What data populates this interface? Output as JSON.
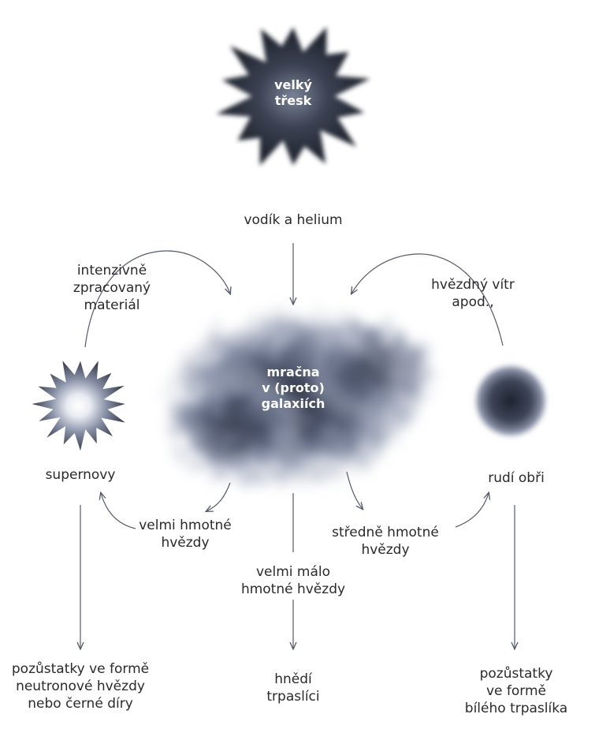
{
  "nodes": {
    "big_bang": {
      "line1": "velký",
      "line2": "třesk"
    },
    "clouds": {
      "line1": "mračna",
      "line2": "v (proto)",
      "line3": "galaxiích"
    },
    "supernovae": "supernovy",
    "red_giants": "rudí obři",
    "remnants_left": {
      "line1": "pozůstatky ve formě",
      "line2": "neutronové hvězdy",
      "line3": "nebo černé díry"
    },
    "brown_dwarfs": {
      "line1": "hnědí",
      "line2": "trpaslíci"
    },
    "remnants_right": {
      "line1": "pozůstatky",
      "line2": "ve formě",
      "line3": "bílého trpaslíka"
    }
  },
  "edges": {
    "hydrogen_helium": "vodík a helium",
    "processed_material": {
      "line1": "intenzivně",
      "line2": "zpracovaný",
      "line3": "materiál"
    },
    "stellar_wind": {
      "line1": "hvězdný vítr",
      "line2": "apod.,"
    },
    "very_massive": {
      "line1": "velmi hmotné",
      "line2": "hvězdy"
    },
    "very_low_mass": {
      "line1": "velmi málo",
      "line2": "hmotné hvězdy"
    },
    "medium_mass": {
      "line1": "středně hmotné",
      "line2": "hvězdy"
    }
  }
}
